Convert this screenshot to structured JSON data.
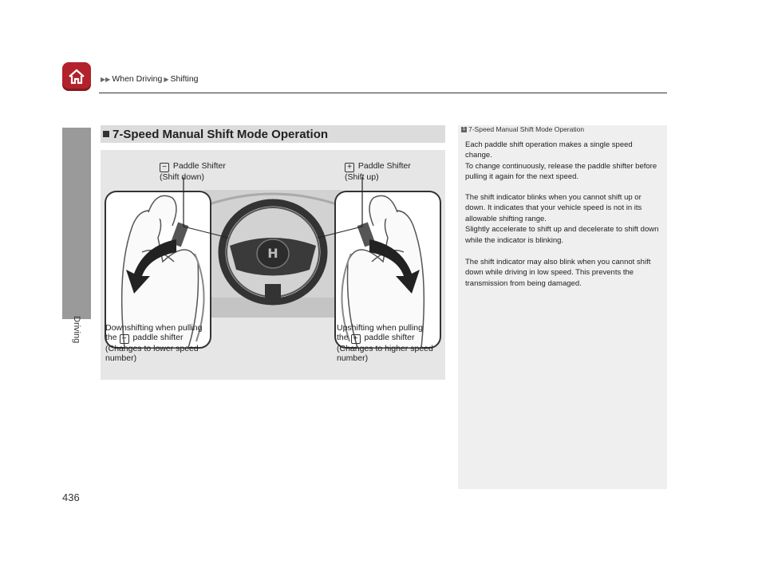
{
  "header": {
    "breadcrumb": [
      {
        "label": "When Driving"
      },
      {
        "label": "Shifting"
      }
    ]
  },
  "sidebar": {
    "label": "Driving"
  },
  "page_number": "436",
  "section": {
    "title": "7-Speed Manual Shift Mode Operation"
  },
  "figure": {
    "minus_label_title": "Paddle Shifter",
    "minus_label_sub": "(Shift down)",
    "plus_label_title": "Paddle Shifter",
    "plus_label_sub": "(Shift up)",
    "minus_symbol": "−",
    "plus_symbol": "+",
    "downshift": {
      "line1": "Downshifting when pulling",
      "line2a": "the",
      "line2b": "paddle shifter",
      "line3": "(Changes to lower speed",
      "line4": "number)"
    },
    "upshift": {
      "line1": "Upshifting when pulling",
      "line2a": "the",
      "line2b": "paddle shifter",
      "line3": "(Changes to higher speed",
      "line4": "number)"
    }
  },
  "note": {
    "heading_num": "1",
    "heading": "7-Speed Manual Shift Mode Operation",
    "paragraphs": [
      "Each paddle shift operation makes a single speed change.",
      "To change continuously, release the paddle shifter before pulling it again for the next speed.",
      "The shift indicator blinks when you cannot shift up or down. It indicates that your vehicle speed is not in its allowable shifting range.",
      "Slightly accelerate to shift up and decelerate to shift down while the indicator is blinking.",
      "The shift indicator may also blink when you cannot shift down while driving in low speed. This prevents the transmission from being damaged."
    ]
  },
  "colors": {
    "home_red": "#b3212a",
    "tab_gray": "#9a9a9a",
    "header_gray": "#dcdcdc",
    "note_bg": "#efefef"
  }
}
